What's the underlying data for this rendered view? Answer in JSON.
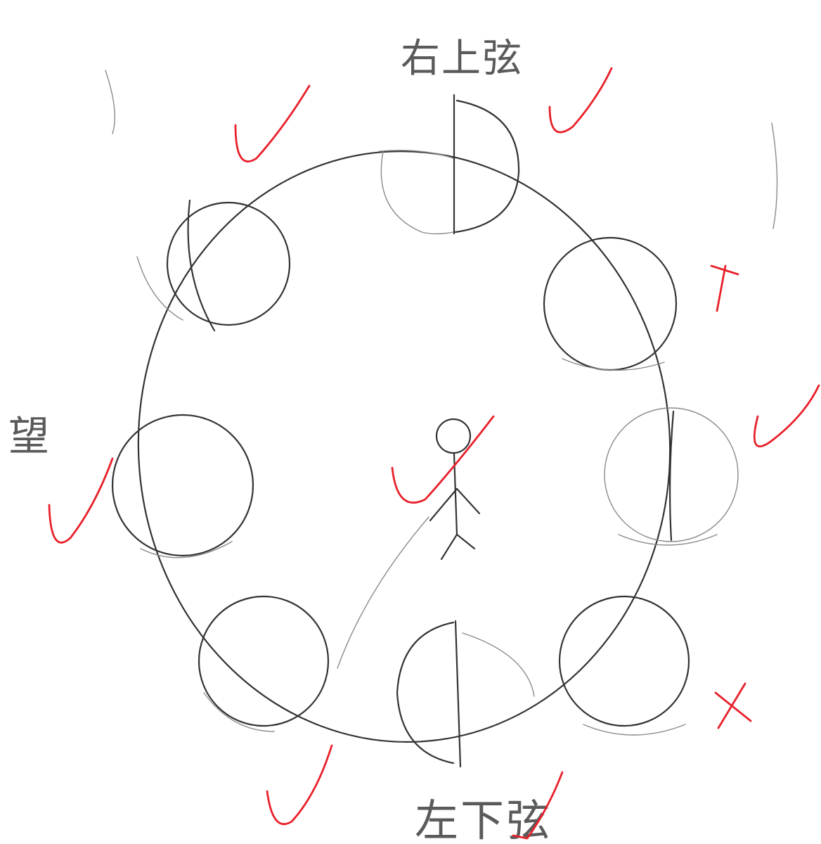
{
  "labels": {
    "top": "右上弦",
    "left": "望",
    "bottom": "左下弦"
  },
  "marks": {
    "top_right": "check",
    "upper_left": "check",
    "right_upper": "cross",
    "right": "check",
    "left": "check",
    "center": "check",
    "lower_right": "cross",
    "lower_left": "check",
    "bottom": "check"
  },
  "colors": {
    "pencil": "#333333",
    "correction": "#e8202a",
    "paper": "#ffffff"
  }
}
